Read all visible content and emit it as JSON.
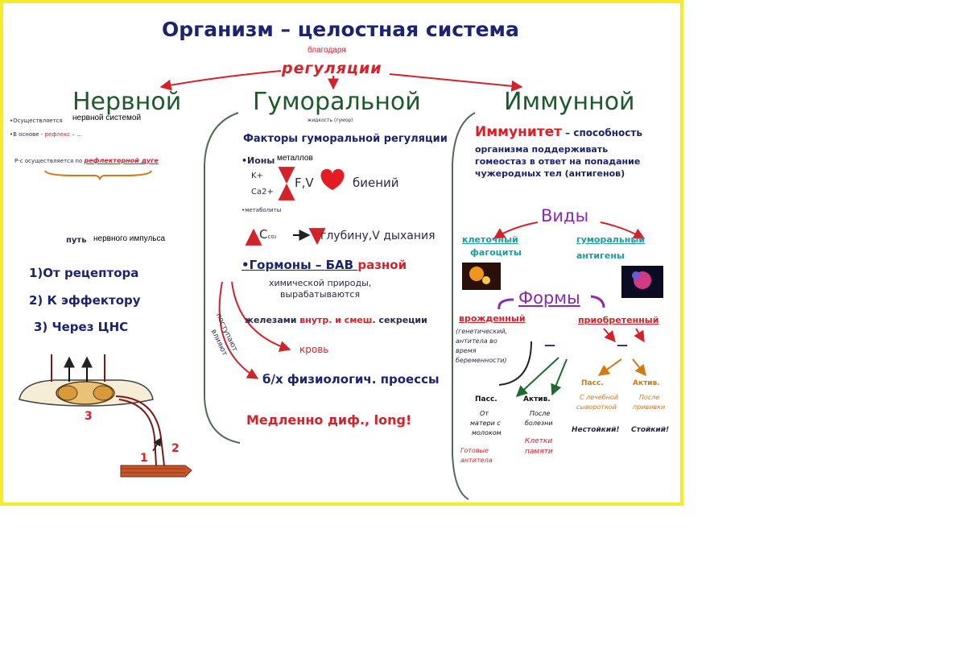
{
  "title": "Организм – целостная система",
  "overlay_blagodarya": "благодаря",
  "regulyatsii": "регуляции",
  "columns": {
    "nervous": "Нервной",
    "humoral": "Гуморальной",
    "immune": "Иммунной"
  },
  "nervous": {
    "osush": "•Осуществляется",
    "osush_overlay": "нервной системой",
    "v_osnove": "•В основе - ",
    "reflex": "рефлекс",
    "reflex_tail": " – …",
    "rs_osush": "Р-с осуществляется по ",
    "reflex_arc": "рефлекторной дуге",
    "put": "путь",
    "put_overlay": "нервного импульса",
    "steps": [
      "1)От рецептора",
      "2) К эффектору",
      "3) Через ЦНС"
    ],
    "diagram_nums": [
      "3",
      "1",
      "2"
    ]
  },
  "humoral": {
    "subtitle": "жидкость (гумор)",
    "factors": "Факторы гуморальной регуляции",
    "iony": "•Ионы",
    "iony_overlay": "металлов",
    "k": "K+",
    "ca": "Ca2+",
    "fv": "F,V",
    "bieniy": "биений",
    "metabolity": "•метаболиты",
    "c_co2": "C",
    "co2_sub": "co₂",
    "glubinu": "глубину,V дыхания",
    "gormony": "•Гормоны – БАВ ",
    "raznoy": "разной",
    "khim1": "химической природы,",
    "khim2": "вырабатываются",
    "zhelezami": "железами ",
    "vnutr": "внутр. и смеш",
    "sekrecii": ". секреции",
    "postupayut": "поступают",
    "vliyayut": "влияют",
    "krov": "кровь",
    "bf": "б/х физиологич. проессы",
    "medlenno": "Медленно диф., long!"
  },
  "immune": {
    "immunitet": "Иммунитет",
    "def_dash": " – способность",
    "def_lines": [
      "организма поддерживать",
      "гомеостаз в ответ на попадание",
      "чужеродных тел (антигенов)"
    ],
    "vidy": "Виды",
    "kletochny": "клеточный",
    "fagotsity": "фагоциты",
    "gumoralny": "гуморальный",
    "antigeny": "антигены",
    "formy": "Формы",
    "vrozhdenny": "врожденный",
    "vrozh_note": [
      "(генетический,",
      "антитела во",
      "время",
      "беременности)"
    ],
    "priobretenny": "приобретенный",
    "pass": "Пасс.",
    "aktiv": "Актив.",
    "ot_materi": [
      "От",
      "матери с",
      "молоком"
    ],
    "posle_bolezni": [
      "После",
      "болезни"
    ],
    "gotovye": [
      "Готовые",
      "антитела"
    ],
    "kletki_pamyati": [
      "Клетки",
      "памяти"
    ],
    "pass2": "Пасс.",
    "aktiv2": "Актив.",
    "s_lechebnoy": [
      "С лечебной",
      "сывороткой"
    ],
    "posle_privivki": [
      "После",
      "прививки"
    ],
    "nestoyky": "Нестойкий!",
    "stoyky": "Стойкий!",
    "dash1": "—",
    "dash2": "—"
  },
  "colors": {
    "frame": "#f4ec2a",
    "navy": "#1c2470",
    "red": "#d4222a",
    "violet": "#8a2bb0",
    "teal": "#1e9b9b",
    "orange": "#d27a16",
    "green": "#1f6b2d"
  }
}
